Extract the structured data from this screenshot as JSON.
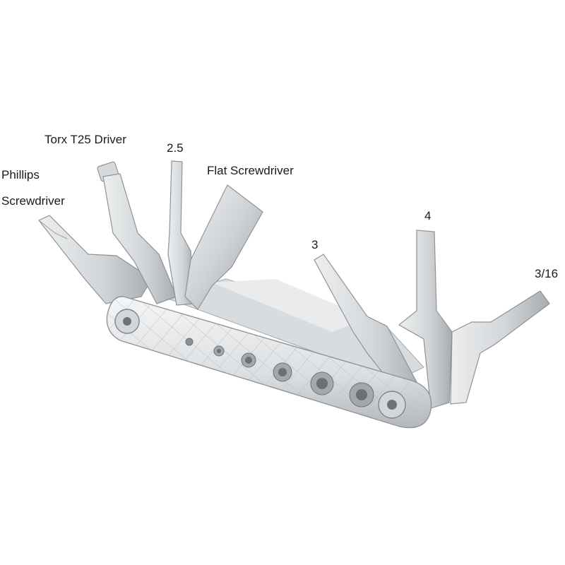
{
  "labels": {
    "torx": "Torx T25 Driver",
    "hex_2_5": "2.5",
    "phillips_line1": "Phillips",
    "phillips_line2": "Screwdriver",
    "flat": "Flat Screwdriver",
    "hex_3": "3",
    "hex_4": "4",
    "hex_3_16": "3/16"
  },
  "colors": {
    "background": "#ffffff",
    "metal_light": "#e6e8ea",
    "metal_mid": "#c6c9cc",
    "metal_dark": "#8e9296",
    "text": "#1a1a1a"
  }
}
